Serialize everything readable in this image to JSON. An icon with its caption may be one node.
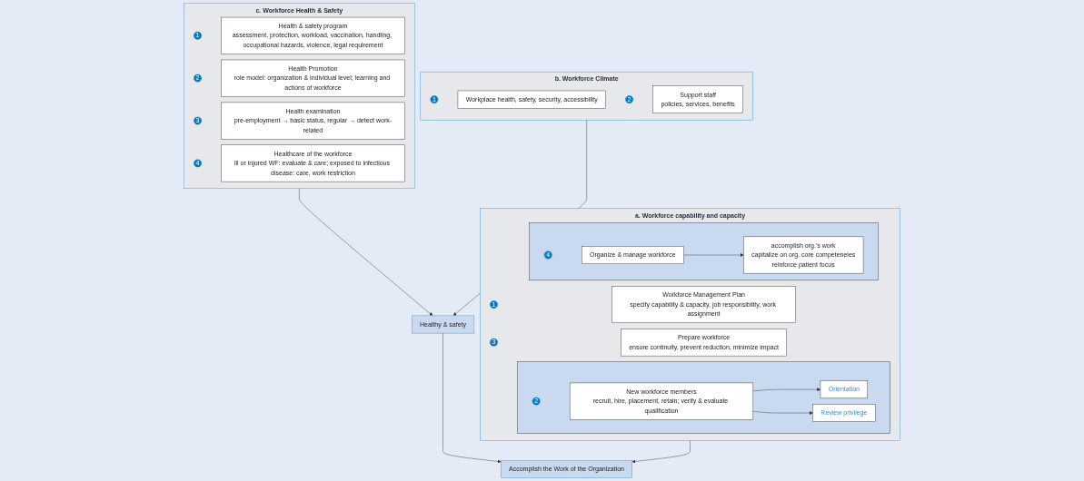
{
  "diagram": {
    "nodes": [
      {
        "text": [
          "a. Workforce capability and capacity"
        ]
      },
      {
        "text": [
          "1"
        ],
        "in": 0
      },
      {
        "text": [
          "Workforce Management Plan",
          "specify capability & capacity, job responsibility, work assignment"
        ],
        "in": 0
      },
      {
        "text": [],
        "shape": "box",
        "in": 0
      },
      {
        "text": [
          "2"
        ],
        "in": 3
      },
      {
        "text": [
          "New workforce members",
          "recruit, hire, placement, retain; verify & evaluate qualification"
        ],
        "in": 3
      },
      {
        "text": [
          "Orientation"
        ],
        "in": 3
      },
      {
        "text": [
          "Review privilege"
        ],
        "in": 3
      },
      {
        "text": [
          "3"
        ],
        "in": 0
      },
      {
        "text": [
          "Prepare workforce",
          "ensure continuity, prevent reduction, minimize impact"
        ],
        "in": 0
      },
      {
        "text": [],
        "shape": "box",
        "in": 0
      },
      {
        "text": [
          "4"
        ],
        "in": 10
      },
      {
        "text": [
          "Organize & manage workforce"
        ],
        "in": 10
      },
      {
        "text": [
          "accomplish org.’s work",
          "capitalize on org. core competeneies",
          "reinforce patient focus"
        ],
        "in": 10
      },
      {
        "text": [
          "c.  Workforce Health & Safety"
        ]
      },
      {
        "text": [
          "1"
        ],
        "in": 14
      },
      {
        "text": [
          "Health & safety program",
          "assessment, protection, workload, vaccination, handling, occupational hazards, violence, legal requirement"
        ],
        "in": 14
      },
      {
        "text": [
          "2"
        ],
        "in": 14
      },
      {
        "text": [
          "Health Promotion",
          "role model: organization & individual level; learning and actions of workforce"
        ],
        "in": 14
      },
      {
        "text": [
          "3"
        ],
        "in": 14
      },
      {
        "text": [
          "Health examination",
          "pre-employment → basic status, regular → detect work-related"
        ],
        "in": 14
      },
      {
        "text": [
          "4"
        ],
        "in": 14
      },
      {
        "text": [
          "Healthcare of the workforce",
          "ill or injured WF: evaluate & care; exposed to infectious disease: care, work restriction"
        ],
        "in": 14
      },
      {
        "text": [
          "Accomplish the Work of the Organization"
        ]
      },
      {
        "text": [
          "b. Workforce Climate"
        ]
      },
      {
        "text": [
          "1"
        ],
        "in": 24
      },
      {
        "text": [
          "Workplace health, safety, security, accessibility"
        ],
        "in": 24
      },
      {
        "text": [
          "2"
        ],
        "in": 24
      },
      {
        "text": [
          "Support staff",
          "policies, services, benefits"
        ],
        "in": 24
      },
      {
        "text": [
          "Healthy & safety"
        ]
      }
    ],
    "edges": [
      {
        "from": 5,
        "to": 6,
        "arrow": "to"
      },
      {
        "from": 5,
        "to": 7,
        "arrow": "to"
      },
      {
        "from": 12,
        "to": 13,
        "arrow": "to"
      },
      {
        "from": 0,
        "to": 23,
        "arrow": "to"
      },
      {
        "from": 14,
        "to": 29,
        "arrow": "to"
      },
      {
        "from": 24,
        "to": 29,
        "arrow": "to"
      },
      {
        "from": 29,
        "to": 23,
        "arrow": "to"
      }
    ]
  }
}
